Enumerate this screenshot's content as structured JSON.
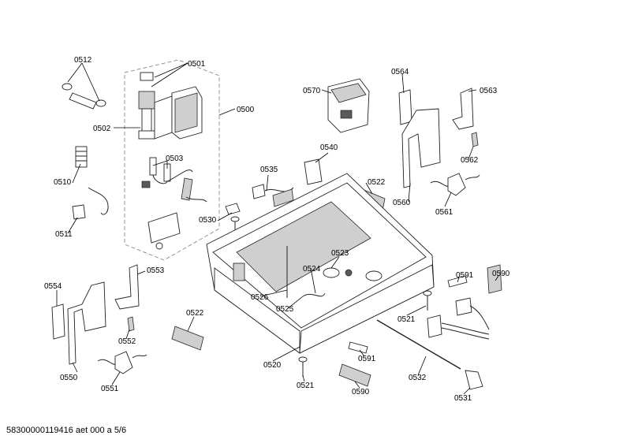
{
  "part_labels": {
    "p0512": "0512",
    "p0501": "0501",
    "p0500": "0500",
    "p0502": "0502",
    "p0503": "0503",
    "p0510": "0510",
    "p0511": "0511",
    "p0535": "0535",
    "p0540": "0540",
    "p0570": "0570",
    "p0564": "0564",
    "p0563": "0563",
    "p0562": "0562",
    "p0560": "0560",
    "p0561": "0561",
    "p0522a": "0522",
    "p0530": "0530",
    "p0523": "0523",
    "p0524": "0524",
    "p0526": "0526",
    "p0525": "0525",
    "p0554": "0554",
    "p0553": "0553",
    "p0552": "0552",
    "p0550": "0550",
    "p0551": "0551",
    "p0522b": "0522",
    "p0520": "0520",
    "p0521a": "0521",
    "p0591a": "0591",
    "p0590a": "0590",
    "p0521b": "0521",
    "p0591b": "0591",
    "p0532": "0532",
    "p0590b": "0590",
    "p0531": "0531"
  },
  "footer": {
    "doc_id": "58300000119416 aet 000 a 5/6"
  }
}
